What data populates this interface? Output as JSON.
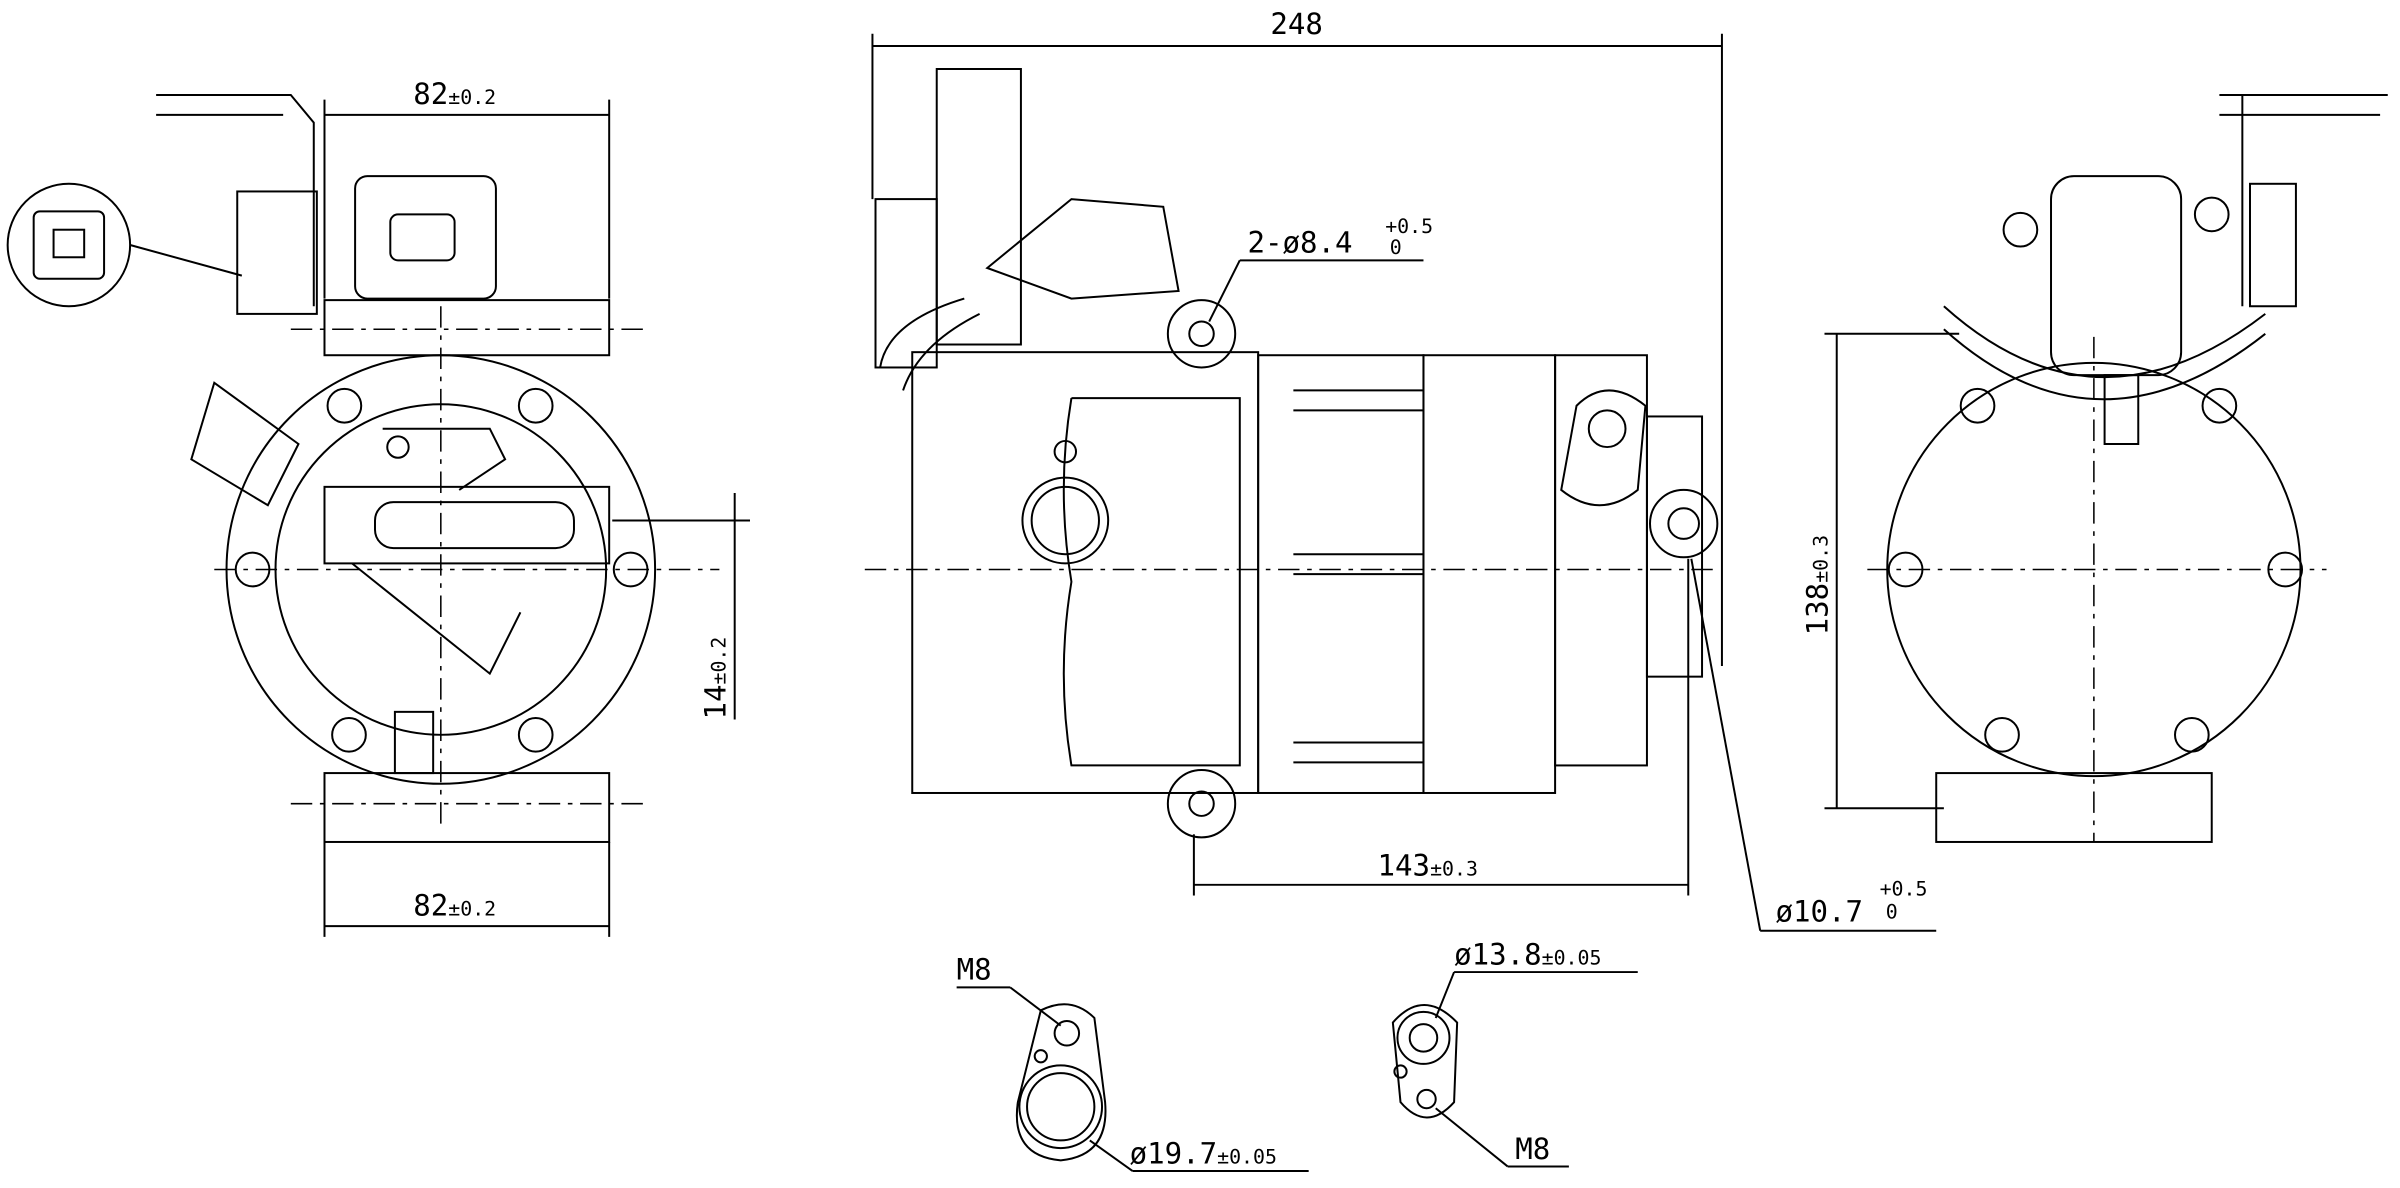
{
  "drawing": {
    "views": [
      "front-view",
      "side-view",
      "rear-view",
      "detail-suction-port",
      "detail-discharge-port"
    ],
    "dimensions": {
      "overall_length": "248",
      "top_width": {
        "value": "82",
        "tol": "±0.2"
      },
      "bottom_width": {
        "value": "82",
        "tol": "±0.2"
      },
      "offset": {
        "value": "14",
        "tol": "±0.2"
      },
      "mount_holes": {
        "value": "2-ø8.4",
        "tol_upper": "+0.5",
        "tol_lower": "0"
      },
      "mount_span": {
        "value": "143",
        "tol": "±0.3"
      },
      "hole_dia": {
        "value": "ø10.7",
        "tol_upper": "+0.5",
        "tol_lower": "0"
      },
      "height": {
        "value": "138",
        "tol": "±0.3"
      },
      "port1_thread": "M8",
      "port1_dia": {
        "value": "ø19.7",
        "tol": "±0.05"
      },
      "port2_dia": {
        "value": "ø13.8",
        "tol": "±0.05"
      },
      "port2_thread": "M8"
    }
  }
}
